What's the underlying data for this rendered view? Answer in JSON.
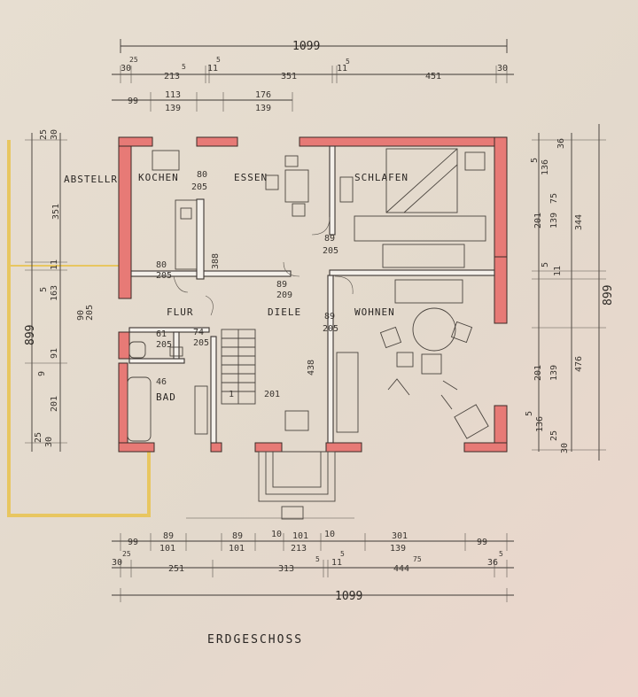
{
  "title": "ERDGESCHOSS",
  "rooms": {
    "abstellr": "ABSTELLR",
    "kochen": "KOCHEN",
    "essen": "ESSEN",
    "schlafen": "SCHLAFEN",
    "flur": "FLUR",
    "diele": "DIELE",
    "wohnen": "WOHNEN",
    "bad": "BAD"
  },
  "dims": {
    "top_total": "1099",
    "top_row2": [
      "30",
      "213",
      "11",
      "351",
      "11",
      "451",
      "30"
    ],
    "top_row2_sup": [
      "25",
      "5",
      "5",
      "5"
    ],
    "top_row3": [
      "99",
      "113",
      "139",
      "176",
      "139"
    ],
    "bottom_row1": [
      "99",
      "89",
      "101",
      "89",
      "101",
      "10",
      "101",
      "213",
      "10",
      "301",
      "139",
      "99"
    ],
    "bottom_row2": [
      "30",
      "25",
      "251",
      "313",
      "11",
      "444",
      "36"
    ],
    "bottom_row2_sup": [
      "5",
      "5",
      "75",
      "5"
    ],
    "bottom_total": "1099",
    "right_total": "899",
    "right": [
      "36",
      "136",
      "5",
      "201",
      "139",
      "75",
      "344",
      "11",
      "5",
      "201",
      "139",
      "476",
      "136",
      "5",
      "25",
      "30"
    ],
    "left_total": "899",
    "left": [
      "25",
      "30",
      "351",
      "11",
      "163",
      "5",
      "90",
      "205",
      "91",
      "9",
      "201",
      "25",
      "30"
    ],
    "doors": {
      "kochen": [
        "80",
        "205"
      ],
      "flur_k": [
        "80",
        "205"
      ],
      "essen_d": [
        "89",
        "205"
      ],
      "diele_top": [
        "89",
        "209"
      ],
      "wohnen_d": [
        "89",
        "205"
      ],
      "bad_d": [
        "61",
        "205"
      ],
      "flur_d": [
        "74",
        "205"
      ],
      "diele_s": [
        "438"
      ],
      "kochen_s": [
        "388"
      ],
      "bad_a": [
        "46"
      ],
      "stair_a": [
        "1"
      ],
      "stair_b": [
        "201"
      ]
    }
  }
}
